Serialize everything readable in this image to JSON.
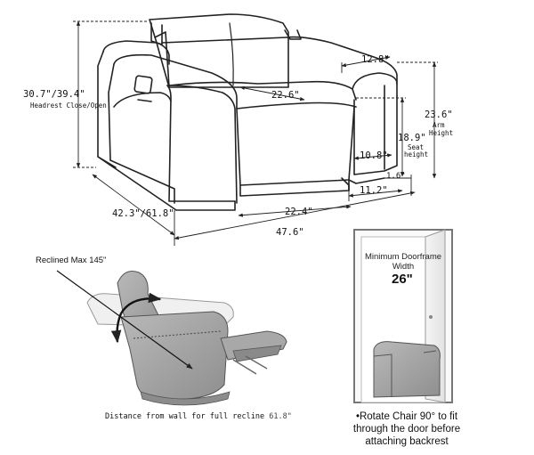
{
  "dimensions": {
    "headrest_height": "30.7\"/39.4\"",
    "headrest_note": "Headrest Close/Open",
    "seat_width": "22.6\"",
    "arm_width": "12.8\"",
    "arm_height": "23.6\"",
    "arm_height_note_1": "Arm",
    "arm_height_note_2": "Height",
    "seat_height": "18.9\"",
    "seat_height_note_1": "Seat",
    "seat_height_note_2": "height",
    "seat_depth": "10.8\"",
    "base_clearance": "1.6\"",
    "leg_inset": "11.2\"",
    "front_width": "22.4\"",
    "total_width": "47.6\"",
    "depth": "42.3\"/61.8\""
  },
  "recline": {
    "label": "Reclined Max 145\"",
    "distance_label": "Distance from wall for full recline",
    "distance_value": "61.8\""
  },
  "door": {
    "title_line_1": "Minimum Doorframe",
    "title_line_2": "Width",
    "width_value": "26\"",
    "caption_line_1": "•Rotate Chair 90° to fit",
    "caption_line_2": "through the door before",
    "caption_line_3": "attaching backrest"
  }
}
